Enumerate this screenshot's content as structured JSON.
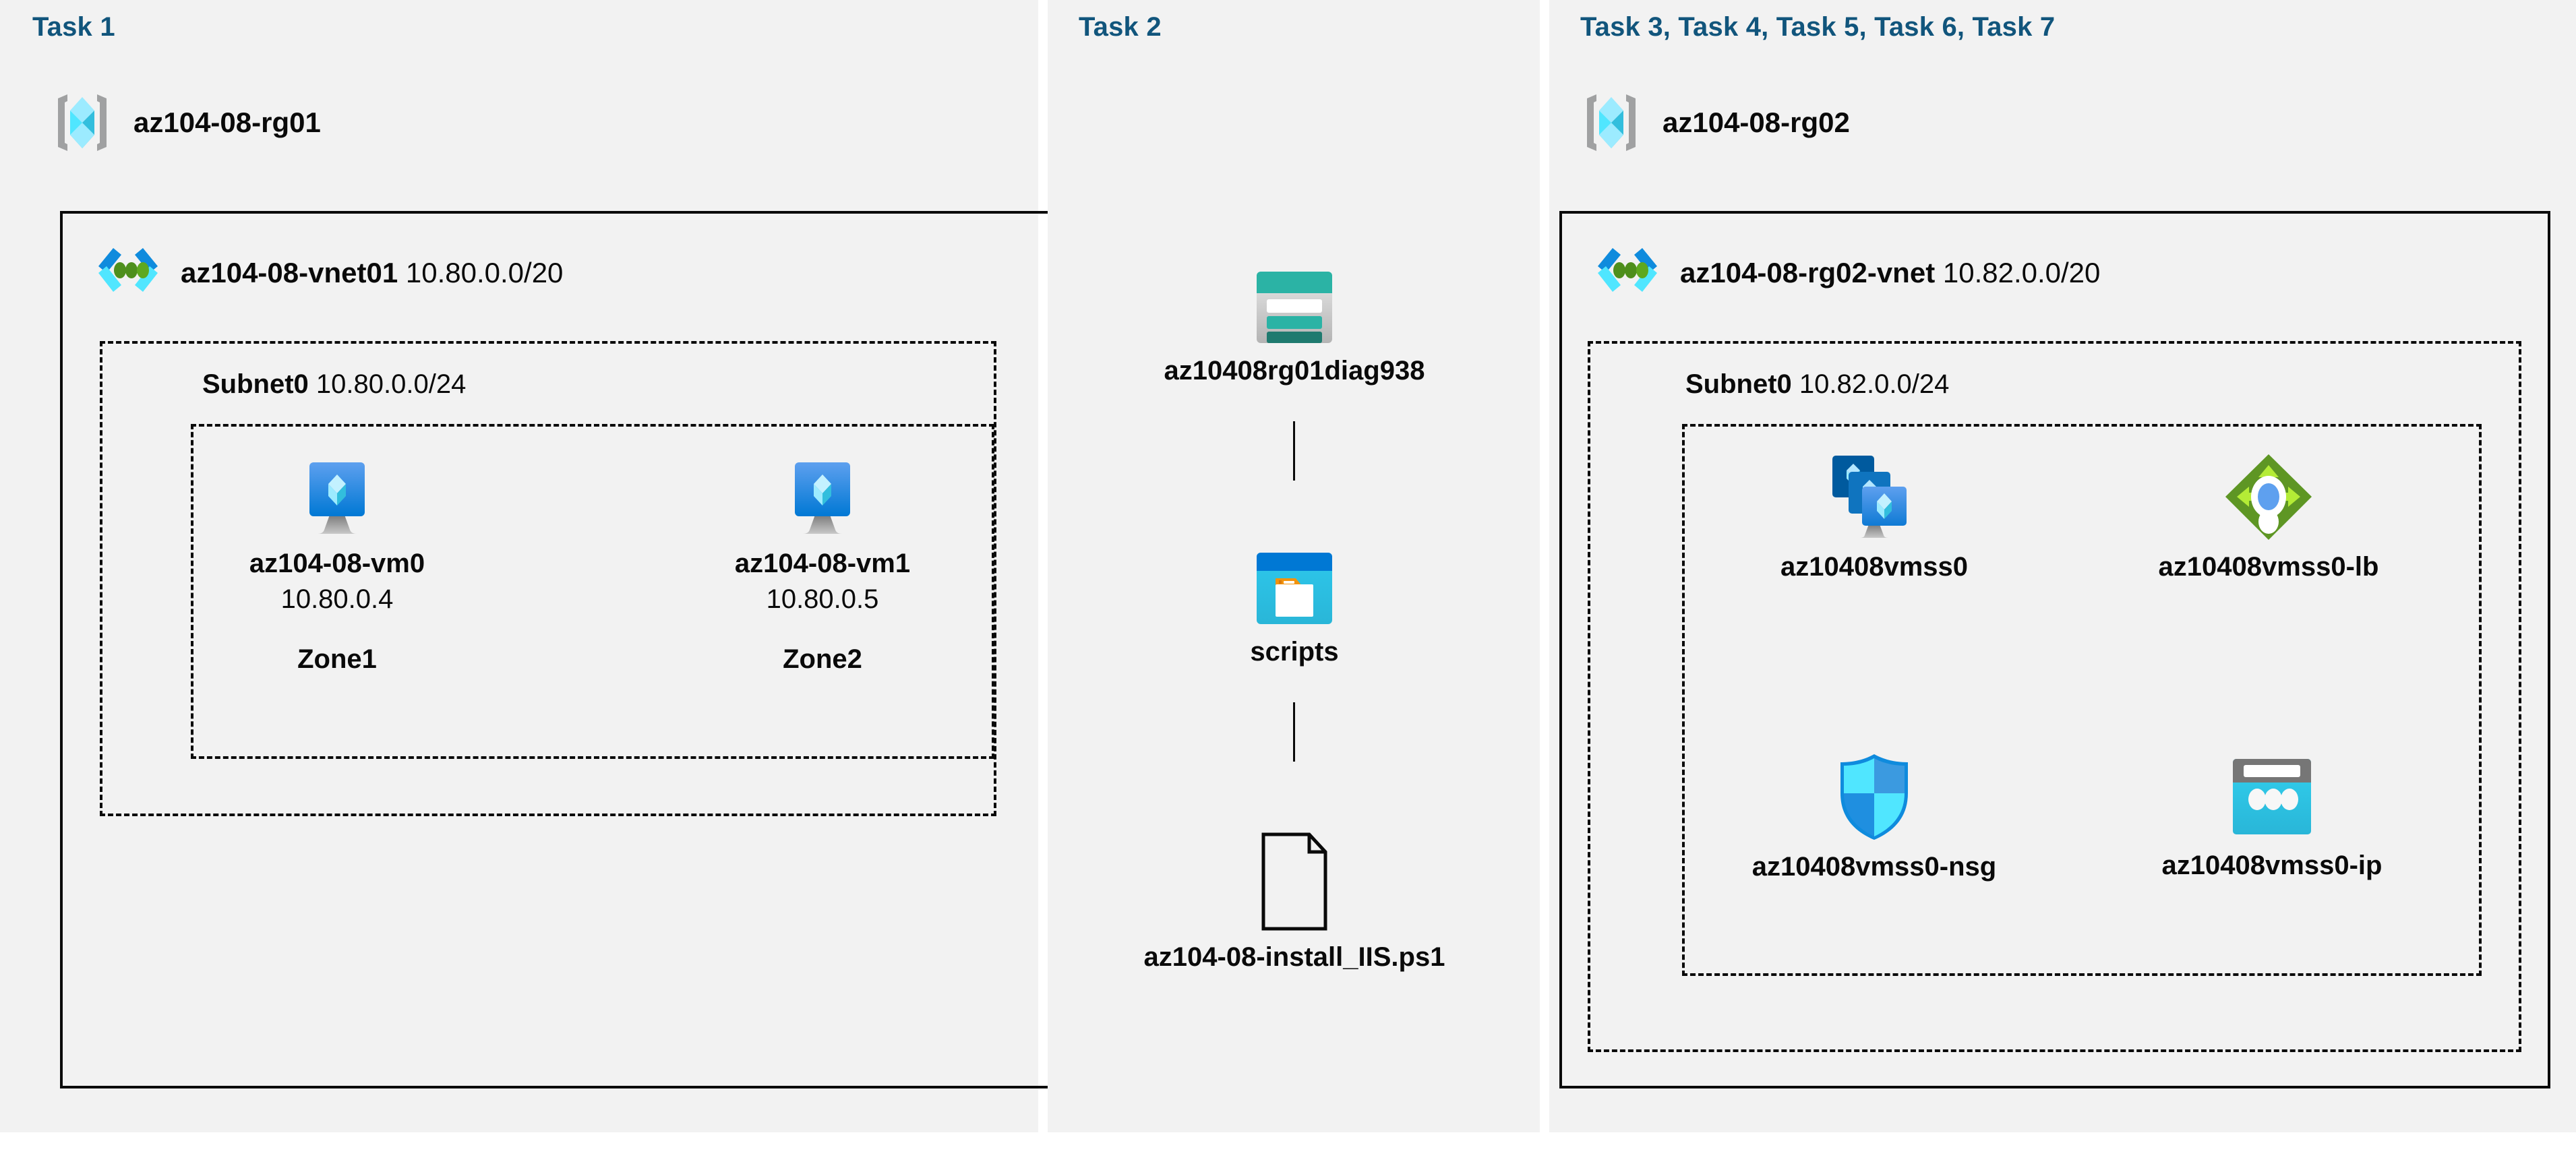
{
  "panels": [
    {
      "title": "Task 1",
      "resource_group": {
        "name": "az104-08-rg01",
        "icon": "resource-group-icon"
      }
    },
    {
      "title": "Task 2"
    },
    {
      "title": "Task 3, Task 4, Task 5, Task 6, Task 7",
      "resource_group": {
        "name": "az104-08-rg02",
        "icon": "resource-group-icon"
      }
    }
  ],
  "vnet_left": {
    "icon": "virtual-network-icon",
    "name": "az104-08-vnet01",
    "cidr": "10.80.0.0/20",
    "subnet": {
      "name": "Subnet0",
      "cidr": "10.80.0.0/24"
    },
    "vms": [
      {
        "icon": "virtual-machine-icon",
        "name": "az104-08-vm0",
        "ip": "10.80.0.4",
        "zone": "Zone1"
      },
      {
        "icon": "virtual-machine-icon",
        "name": "az104-08-vm1",
        "ip": "10.80.0.5",
        "zone": "Zone2"
      }
    ]
  },
  "vnet_right": {
    "icon": "virtual-network-icon",
    "name": "az104-08-rg02-vnet",
    "cidr": "10.82.0.0/20",
    "subnet": {
      "name": "Subnet0",
      "cidr": "10.82.0.0/24"
    },
    "resources": [
      {
        "icon": "vm-scale-set-icon",
        "name": "az10408vmss0"
      },
      {
        "icon": "load-balancer-icon",
        "name": "az10408vmss0-lb"
      },
      {
        "icon": "network-security-group-icon",
        "name": "az10408vmss0-nsg"
      },
      {
        "icon": "public-ip-address-icon",
        "name": "az10408vmss0-ip"
      }
    ]
  },
  "task2_chain": [
    {
      "icon": "storage-account-icon",
      "name": "az10408rg01diag938"
    },
    {
      "icon": "blob-container-icon",
      "name": "scripts"
    },
    {
      "icon": "script-file-icon",
      "name": "az104-08-install_IIS.ps1"
    }
  ],
  "colors": {
    "task_title": "#11557c",
    "panel_bg": "#f2f2f2",
    "border": "#0a0a0a",
    "azure_blue": "#0078d4",
    "cyan": "#32bedd",
    "light_cyan": "#9cebff",
    "teal": "#2bb3a5",
    "teal_dark": "#1f7a6f",
    "green": "#5e9624",
    "light_green": "#b4ec36",
    "orange": "#f2930d",
    "gray": "#a0a1a2"
  }
}
